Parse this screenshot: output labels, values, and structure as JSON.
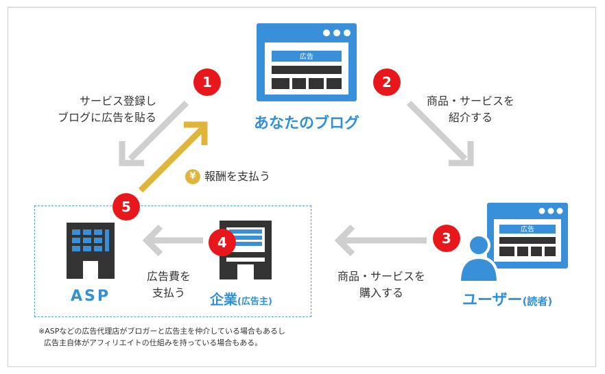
{
  "blog": {
    "title": "あなたのブログ",
    "ad_label": "広告"
  },
  "reader": {
    "title_main": "ユーザー",
    "title_sub": "(読者)",
    "ad_label": "広告"
  },
  "company": {
    "title_main": "企業",
    "title_sub": "(広告主)"
  },
  "asp": {
    "title": "ASP"
  },
  "steps": [
    {
      "number": "1",
      "lines": [
        "サービス登録し",
        "ブログに広告を貼る"
      ]
    },
    {
      "number": "2",
      "lines": [
        "商品・サービスを",
        "紹介する"
      ]
    },
    {
      "number": "3",
      "lines": [
        "商品・サービスを",
        "購入する"
      ]
    },
    {
      "number": "4",
      "lines": [
        "広告費を",
        "支払う"
      ]
    },
    {
      "number": "5",
      "lines": [
        "報酬を支払う"
      ]
    }
  ],
  "yen_symbol": "¥",
  "note": [
    "※ASPなどの広告代理店がブロガーと広告主を仲介している場合もあるし",
    "広告主自体がアフィリエイトの仕組みを持っている場合もある。"
  ],
  "colors": {
    "blue": "#3a8fd9",
    "red": "#e8171b",
    "gold": "#e0b53c",
    "gray_arrow": "#cfcfcf",
    "dark": "#333333"
  }
}
